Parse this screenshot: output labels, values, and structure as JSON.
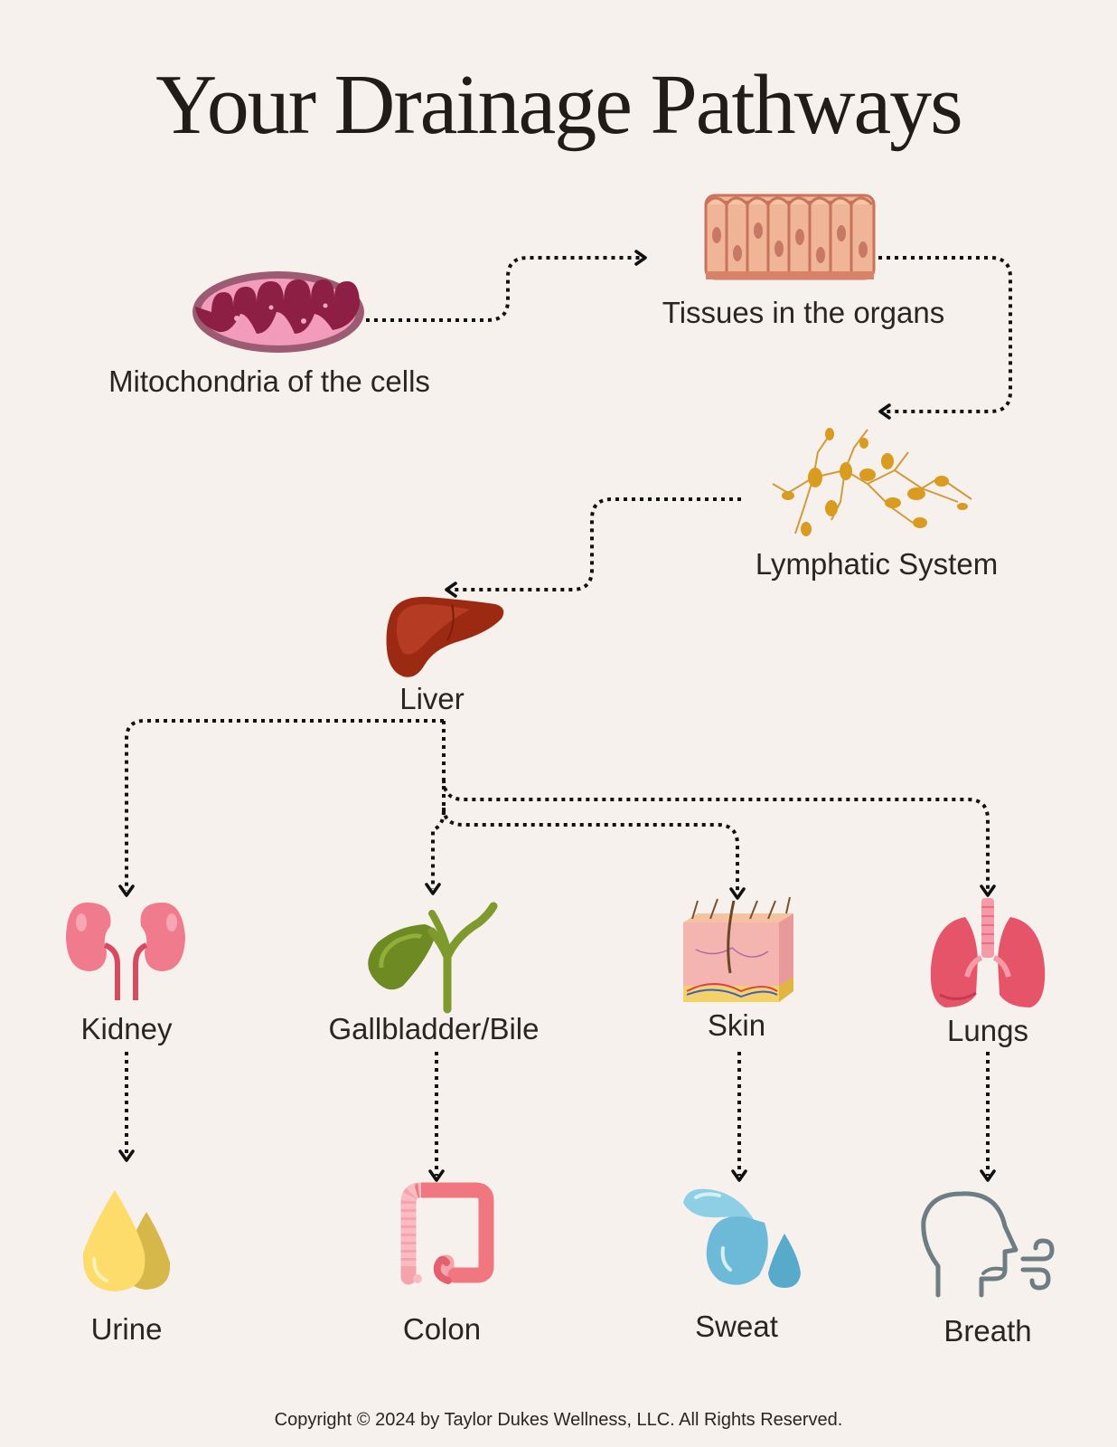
{
  "title": "Your Drainage Pathways",
  "nodes": {
    "mitochondria": "Mitochondria of the cells",
    "tissues": "Tissues in the organs",
    "lymphatic": "Lymphatic System",
    "liver": "Liver",
    "kidney": "Kidney",
    "gallbladder": "Gallbladder/Bile",
    "skin": "Skin",
    "lungs": "Lungs",
    "urine": "Urine",
    "colon": "Colon",
    "sweat": "Sweat",
    "breath": "Breath"
  },
  "flows": [
    [
      "Mitochondria of the cells",
      "Tissues in the organs"
    ],
    [
      "Tissues in the organs",
      "Lymphatic System"
    ],
    [
      "Lymphatic System",
      "Liver"
    ],
    [
      "Liver",
      "Kidney"
    ],
    [
      "Liver",
      "Gallbladder/Bile"
    ],
    [
      "Liver",
      "Skin"
    ],
    [
      "Liver",
      "Lungs"
    ],
    [
      "Kidney",
      "Urine"
    ],
    [
      "Gallbladder/Bile",
      "Colon"
    ],
    [
      "Skin",
      "Sweat"
    ],
    [
      "Lungs",
      "Breath"
    ]
  ],
  "icons": {
    "mitochondria": "mitochondria-icon",
    "tissues": "tissue-cells-icon",
    "lymphatic": "lymphatic-network-icon",
    "liver": "liver-icon",
    "kidney": "kidneys-icon",
    "gallbladder": "gallbladder-icon",
    "skin": "skin-layers-icon",
    "lungs": "lungs-icon",
    "urine": "urine-drops-icon",
    "colon": "colon-icon",
    "sweat": "sweat-drops-icon",
    "breath": "breath-head-icon"
  },
  "colors": {
    "background": "#f7f1ed",
    "connector": "#111111",
    "text": "#2a2522"
  },
  "copyright": "Copyright © 2024 by Taylor Dukes Wellness, LLC. All Rights Reserved."
}
